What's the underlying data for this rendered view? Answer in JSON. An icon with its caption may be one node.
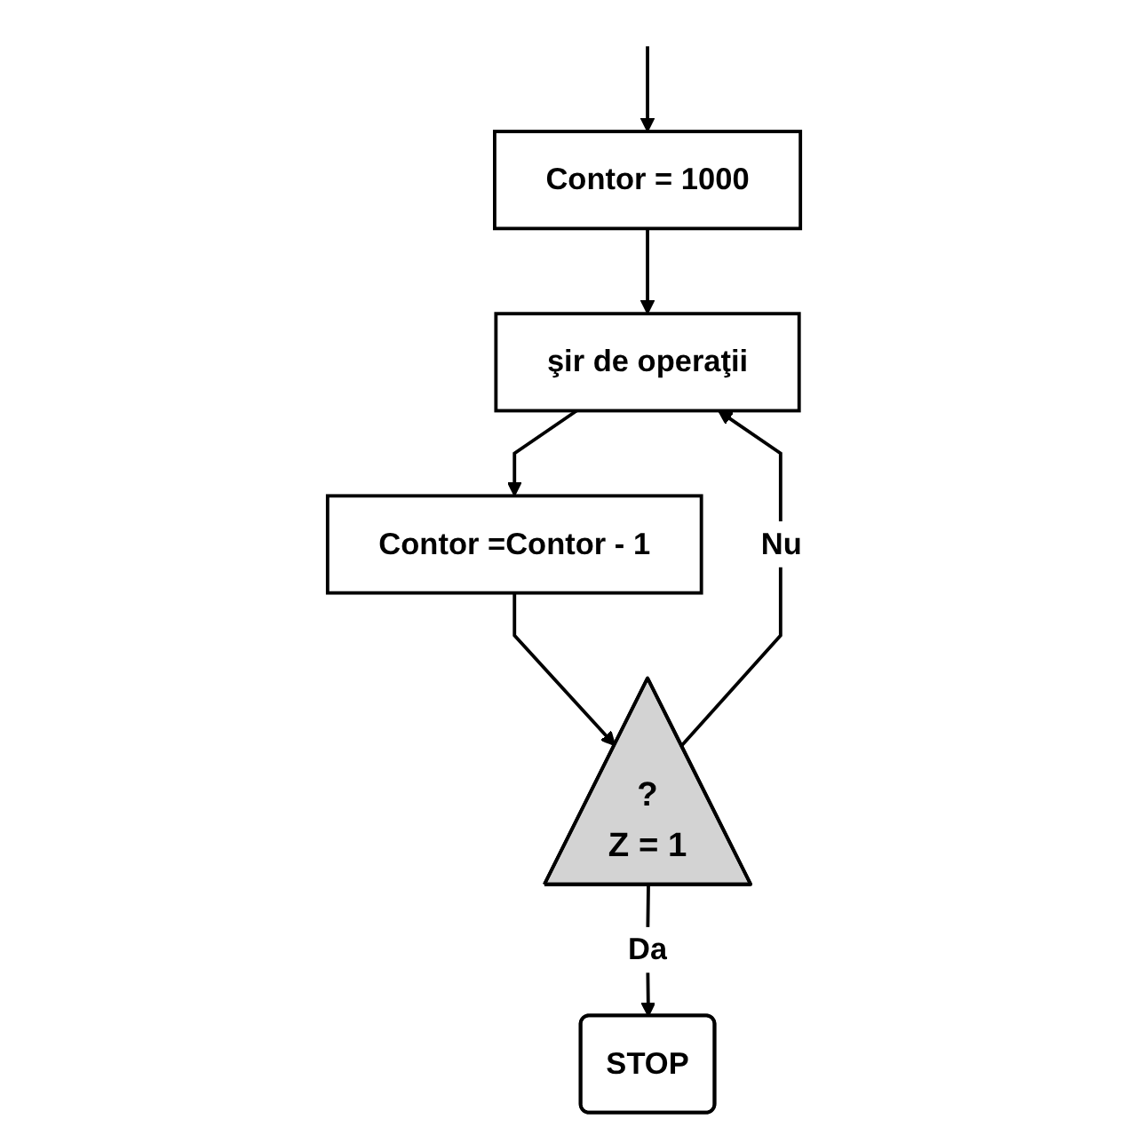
{
  "diagram": {
    "nodes": [
      {
        "text": [
          "Contor = 1000"
        ]
      },
      {
        "text": [
          "şir de operaţii"
        ]
      },
      {
        "text": [
          "Contor =Contor - 1"
        ]
      },
      {
        "text": [
          "?",
          "Z = 1"
        ]
      },
      {
        "text": [
          "STOP"
        ]
      }
    ],
    "edges": [
      {
        "from": null,
        "to": 0,
        "arrow": "to"
      },
      {
        "from": 0,
        "to": 1,
        "arrow": "to"
      },
      {
        "from": 1,
        "to": 2,
        "arrow": "to"
      },
      {
        "from": 2,
        "to": 3,
        "arrow": "to"
      },
      {
        "from": 3,
        "to": 1,
        "arrow": "to",
        "label": "Nu"
      },
      {
        "from": 3,
        "to": 4,
        "arrow": "to",
        "label": "Da"
      }
    ]
  }
}
